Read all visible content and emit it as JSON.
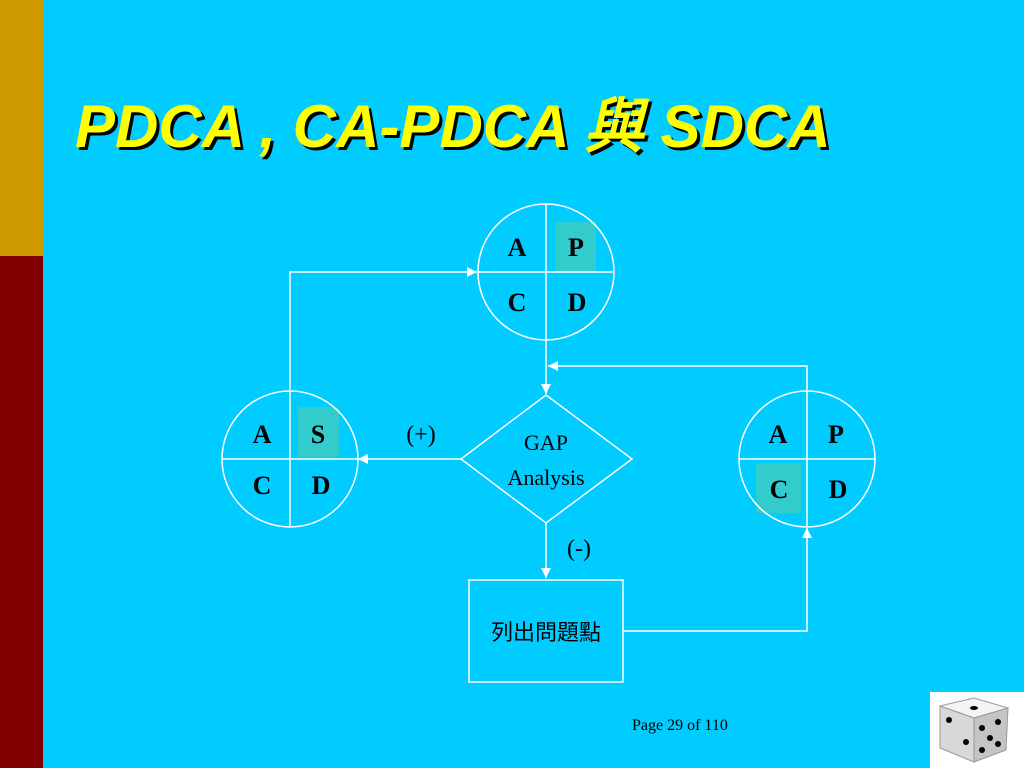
{
  "slide": {
    "title": "PDCA , CA-PDCA 與 SDCA",
    "footer": "Page 29 of 110"
  },
  "diagram": {
    "top_cycle": {
      "a": "A",
      "p": "P",
      "c": "C",
      "d": "D",
      "highlight": "P"
    },
    "left_cycle": {
      "a": "A",
      "s": "S",
      "c": "C",
      "d": "D",
      "highlight": "S"
    },
    "right_cycle": {
      "a": "A",
      "p": "P",
      "c": "C",
      "d": "D",
      "highlight": "C"
    },
    "decision": {
      "line1": "GAP",
      "line2": "Analysis"
    },
    "plus_label": "(+)",
    "minus_label": "(-)",
    "problem_box": "列出問題點"
  },
  "colors": {
    "background": "#00CCFF",
    "gold_bar": "#CC9900",
    "red_bar": "#800000",
    "title": "#FFFF00",
    "highlight": "#33CCCC",
    "lines": "#FFFFFF"
  },
  "icons": {
    "corner": "dice-icon"
  }
}
